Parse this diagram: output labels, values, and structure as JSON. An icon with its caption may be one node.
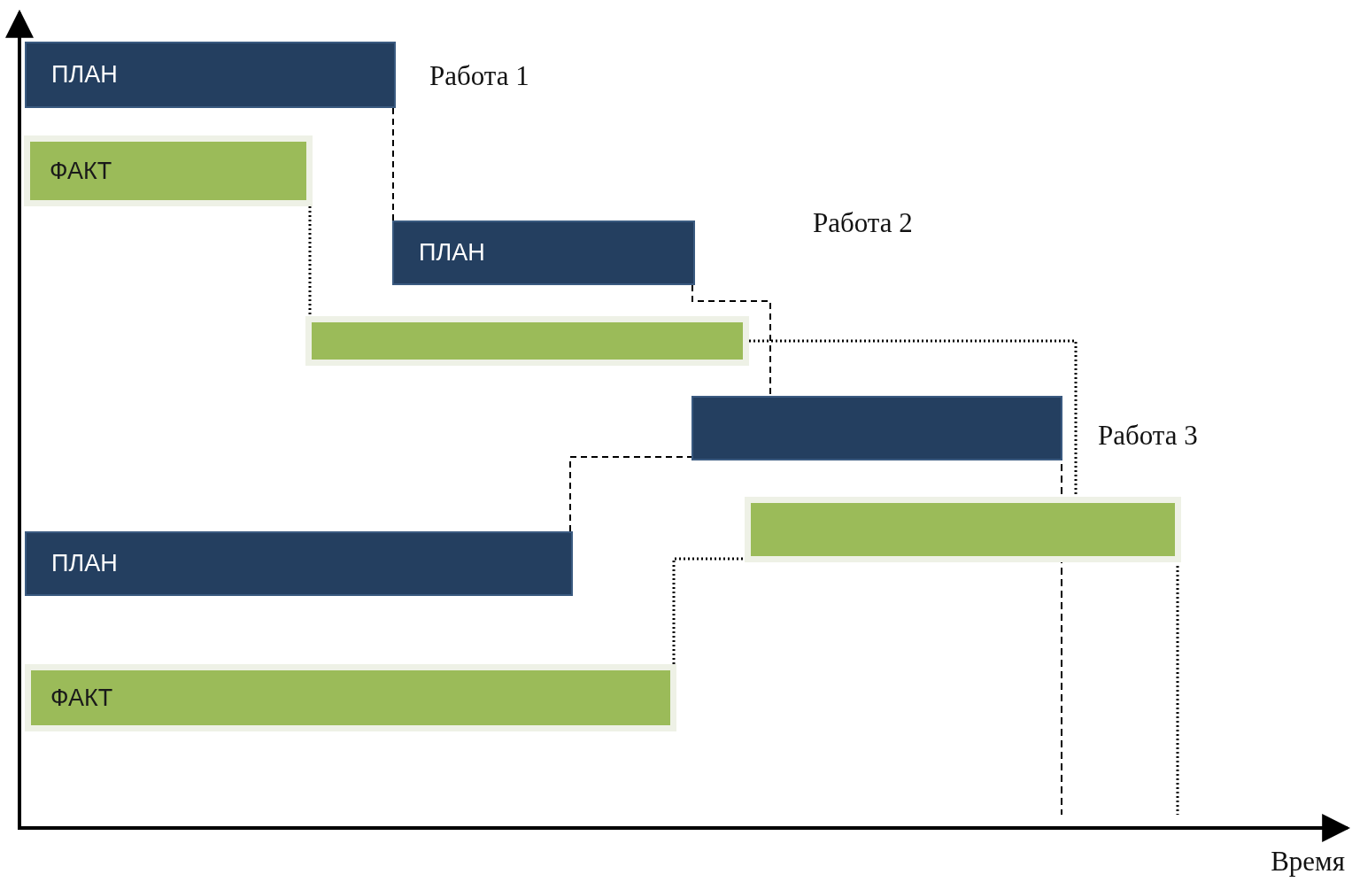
{
  "diagram": {
    "nodes": [
      {
        "text": [
          "ПЛАН"
        ],
        "beside": [
          "Работа 1"
        ]
      },
      {
        "text": [
          "ФАКТ"
        ]
      },
      {
        "text": [
          "ПЛАН"
        ]
      },
      {
        "text": [],
        "shape": "bar"
      },
      {
        "text": [],
        "shape": "bar",
        "beside": [
          "Работа 3"
        ]
      },
      {
        "text": [],
        "shape": "bar"
      },
      {
        "text": [
          "ПЛАН"
        ]
      },
      {
        "text": [
          "ФАКТ"
        ]
      }
    ],
    "edges": [
      {
        "from": 0,
        "to": 2,
        "arrow": "none",
        "style": "dashed"
      },
      {
        "from": 1,
        "to": 3,
        "arrow": "none",
        "style": "dashed"
      },
      {
        "from": 2,
        "to": 4,
        "arrow": "none",
        "style": "dashed"
      },
      {
        "from": 3,
        "to": 5,
        "arrow": "none",
        "style": "dashed"
      },
      {
        "from": 6,
        "to": 4,
        "arrow": "none",
        "style": "dashed"
      },
      {
        "from": 7,
        "to": 5,
        "arrow": "none",
        "style": "dashed"
      }
    ],
    "labels": [
      "Работа 2",
      "Время"
    ]
  }
}
